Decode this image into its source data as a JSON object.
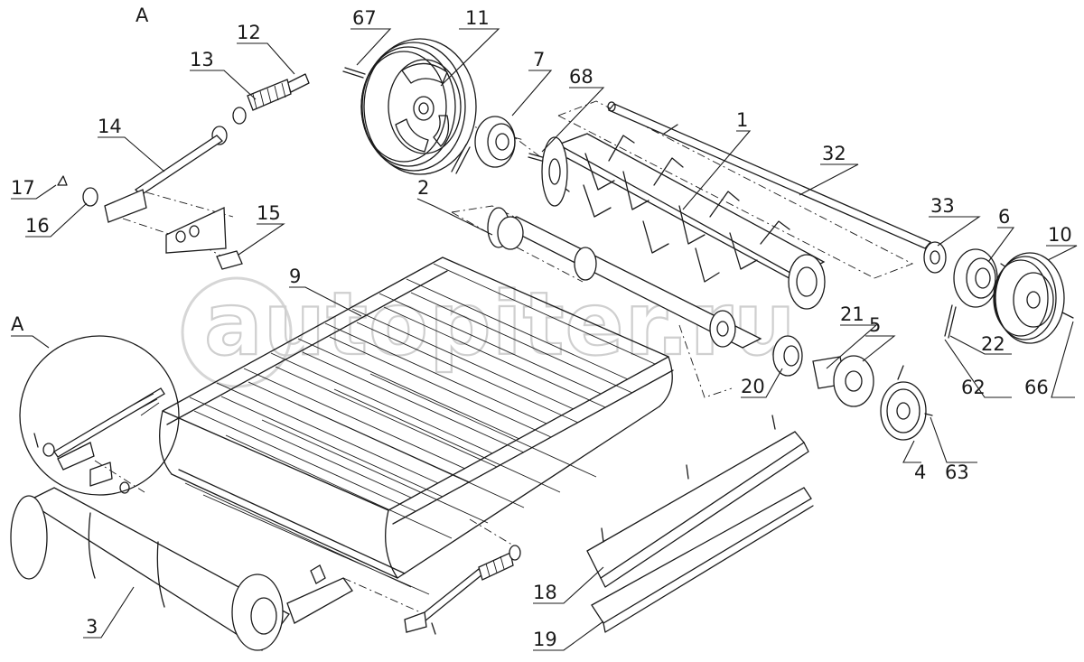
{
  "watermark": {
    "text": "autopiter.ru"
  },
  "views": [
    {
      "id": "view-a-top",
      "label": "A"
    },
    {
      "id": "view-a-detail",
      "label": "A"
    }
  ],
  "callouts": [
    {
      "id": "67",
      "label": "67"
    },
    {
      "id": "11",
      "label": "11"
    },
    {
      "id": "7",
      "label": "7"
    },
    {
      "id": "68",
      "label": "68"
    },
    {
      "id": "1",
      "label": "1"
    },
    {
      "id": "32",
      "label": "32"
    },
    {
      "id": "12",
      "label": "12"
    },
    {
      "id": "13",
      "label": "13"
    },
    {
      "id": "14",
      "label": "14"
    },
    {
      "id": "17",
      "label": "17"
    },
    {
      "id": "16",
      "label": "16"
    },
    {
      "id": "15",
      "label": "15"
    },
    {
      "id": "2",
      "label": "2"
    },
    {
      "id": "9",
      "label": "9"
    },
    {
      "id": "33",
      "label": "33"
    },
    {
      "id": "6",
      "label": "6"
    },
    {
      "id": "10",
      "label": "10"
    },
    {
      "id": "21",
      "label": "21"
    },
    {
      "id": "5",
      "label": "5"
    },
    {
      "id": "22",
      "label": "22"
    },
    {
      "id": "62",
      "label": "62"
    },
    {
      "id": "66",
      "label": "66"
    },
    {
      "id": "20",
      "label": "20"
    },
    {
      "id": "4",
      "label": "4"
    },
    {
      "id": "63",
      "label": "63"
    },
    {
      "id": "18",
      "label": "18"
    },
    {
      "id": "19",
      "label": "19"
    },
    {
      "id": "3",
      "label": "3"
    }
  ]
}
